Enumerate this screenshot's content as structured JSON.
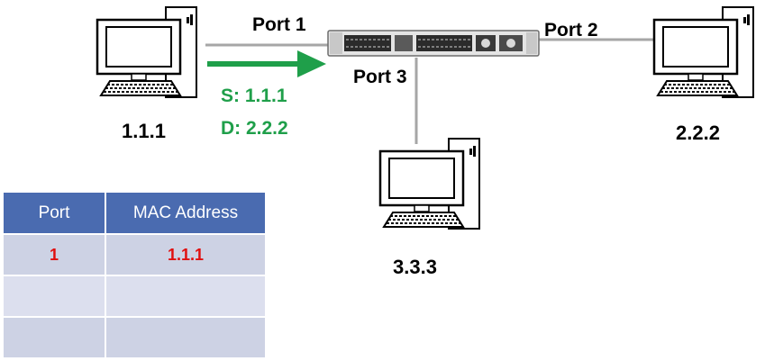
{
  "colors": {
    "frame_green": "#1f9f4a",
    "mac_red": "#e01010",
    "table_header": "#4a6bb0",
    "table_row_light": "#cdd2e4",
    "table_row_alt": "#dcdfee"
  },
  "ports": {
    "port1": "Port 1",
    "port2": "Port 2",
    "port3": "Port 3"
  },
  "hosts": {
    "left": "1.1.1",
    "right": "2.2.2",
    "bottom": "3.3.3"
  },
  "frame": {
    "source": "S: 1.1.1",
    "destination": "D: 2.2.2"
  },
  "mac_table": {
    "headers": [
      "Port",
      "MAC Address"
    ],
    "rows": [
      [
        "1",
        "1.1.1"
      ],
      [
        "",
        ""
      ],
      [
        "",
        ""
      ]
    ]
  }
}
